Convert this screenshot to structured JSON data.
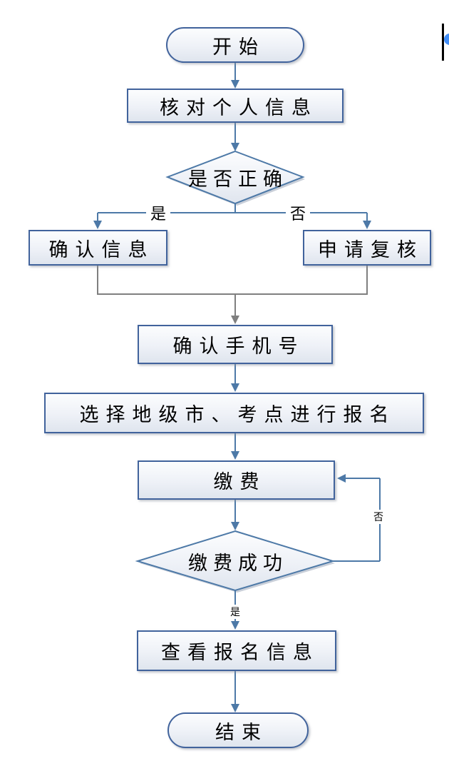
{
  "flowchart": {
    "nodes": {
      "start": "开始",
      "verify_personal_info": "核对个人信息",
      "is_correct": "是否正确",
      "confirm_info": "确认信息",
      "apply_review": "申请复核",
      "confirm_phone": "确认手机号",
      "select_city_site": "选择地级市、考点进行报名",
      "pay_fee": "缴费",
      "pay_success": "缴费成功",
      "view_registration": "查看报名信息",
      "end": "结束"
    },
    "edge_labels": {
      "decision1_yes": "是",
      "decision1_no": "否",
      "decision2_no": "否",
      "decision2_yes": "是"
    },
    "colors": {
      "node_border": "#41639c",
      "connector_blue": "#4d79a7",
      "connector_gray": "#7f7f7f",
      "node_fill_top": "#fcfdfe",
      "node_fill_bottom": "#dfe5ee",
      "text": "#000000",
      "cursor": "#000000",
      "selection_handle": "#418df6"
    }
  }
}
